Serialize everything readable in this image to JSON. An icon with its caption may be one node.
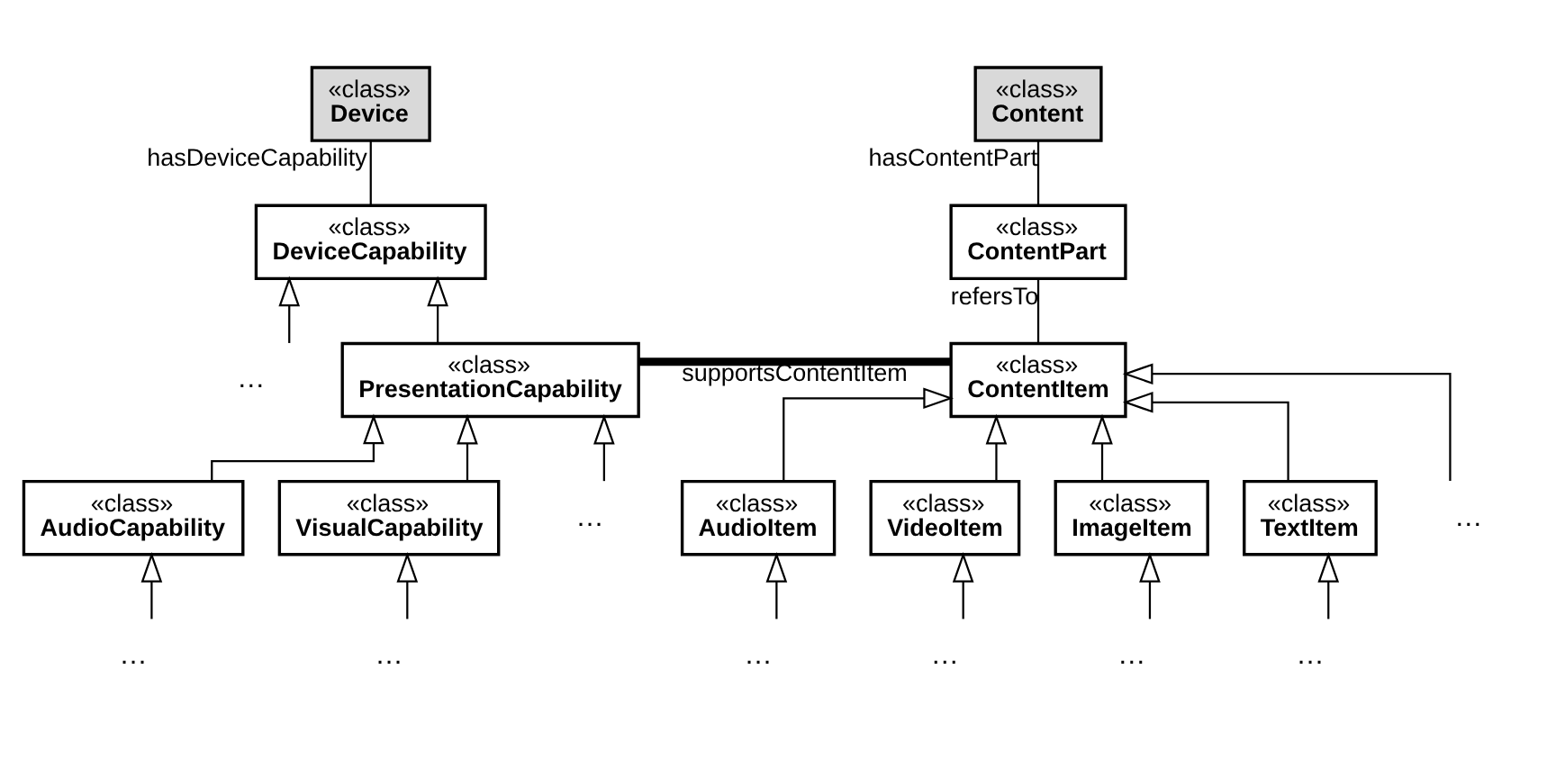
{
  "diagram": {
    "nodes": [
      {
        "text": [
          "«class»",
          "Device"
        ]
      },
      {
        "text": [
          "«class»",
          "DeviceCapability"
        ]
      },
      {
        "text": [
          "…"
        ]
      },
      {
        "text": [
          "«class»",
          "PresentationCapability"
        ]
      },
      {
        "text": [
          "«class»",
          "AudioCapability"
        ]
      },
      {
        "text": [
          "«class»",
          "VisualCapability"
        ]
      },
      {
        "text": [
          "…"
        ]
      },
      {
        "text": [
          "…"
        ]
      },
      {
        "text": [
          "…"
        ]
      },
      {
        "text": [
          "«class»",
          "Content"
        ]
      },
      {
        "text": [
          "«class»",
          "ContentPart"
        ]
      },
      {
        "text": [
          "«class»",
          "ContentItem"
        ]
      },
      {
        "text": [
          "«class»",
          "AudioItem"
        ]
      },
      {
        "text": [
          "«class»",
          "VideoItem"
        ]
      },
      {
        "text": [
          "«class»",
          "ImageItem"
        ]
      },
      {
        "text": [
          "«class»",
          "TextItem"
        ]
      },
      {
        "text": [
          "…"
        ]
      },
      {
        "text": [
          "…"
        ]
      },
      {
        "text": [
          "…"
        ]
      },
      {
        "text": [
          "…"
        ]
      },
      {
        "text": [
          "…"
        ]
      }
    ],
    "edges": [
      {
        "from": 0,
        "to": 1,
        "arrow": "none",
        "label": "hasDeviceCapability"
      },
      {
        "from": 2,
        "to": 1,
        "arrow": "to"
      },
      {
        "from": 3,
        "to": 1,
        "arrow": "to"
      },
      {
        "from": 3,
        "to": 11,
        "arrow": "none",
        "label": "supportsContentItem",
        "style": "thick"
      },
      {
        "from": 4,
        "to": 3,
        "arrow": "to"
      },
      {
        "from": 5,
        "to": 3,
        "arrow": "to"
      },
      {
        "from": 6,
        "to": 3,
        "arrow": "to"
      },
      {
        "from": 7,
        "to": 4,
        "arrow": "to"
      },
      {
        "from": 8,
        "to": 5,
        "arrow": "to"
      },
      {
        "from": 9,
        "to": 10,
        "arrow": "none",
        "label": "hasContentPart"
      },
      {
        "from": 10,
        "to": 11,
        "arrow": "none",
        "label": "refersTo"
      },
      {
        "from": 12,
        "to": 11,
        "arrow": "to"
      },
      {
        "from": 13,
        "to": 11,
        "arrow": "to"
      },
      {
        "from": 14,
        "to": 11,
        "arrow": "to"
      },
      {
        "from": 15,
        "to": 11,
        "arrow": "to"
      },
      {
        "from": 16,
        "to": 11,
        "arrow": "to"
      },
      {
        "from": 17,
        "to": 12,
        "arrow": "to"
      },
      {
        "from": 18,
        "to": 13,
        "arrow": "to"
      },
      {
        "from": 19,
        "to": 14,
        "arrow": "to"
      },
      {
        "from": 20,
        "to": 15,
        "arrow": "to"
      }
    ]
  }
}
